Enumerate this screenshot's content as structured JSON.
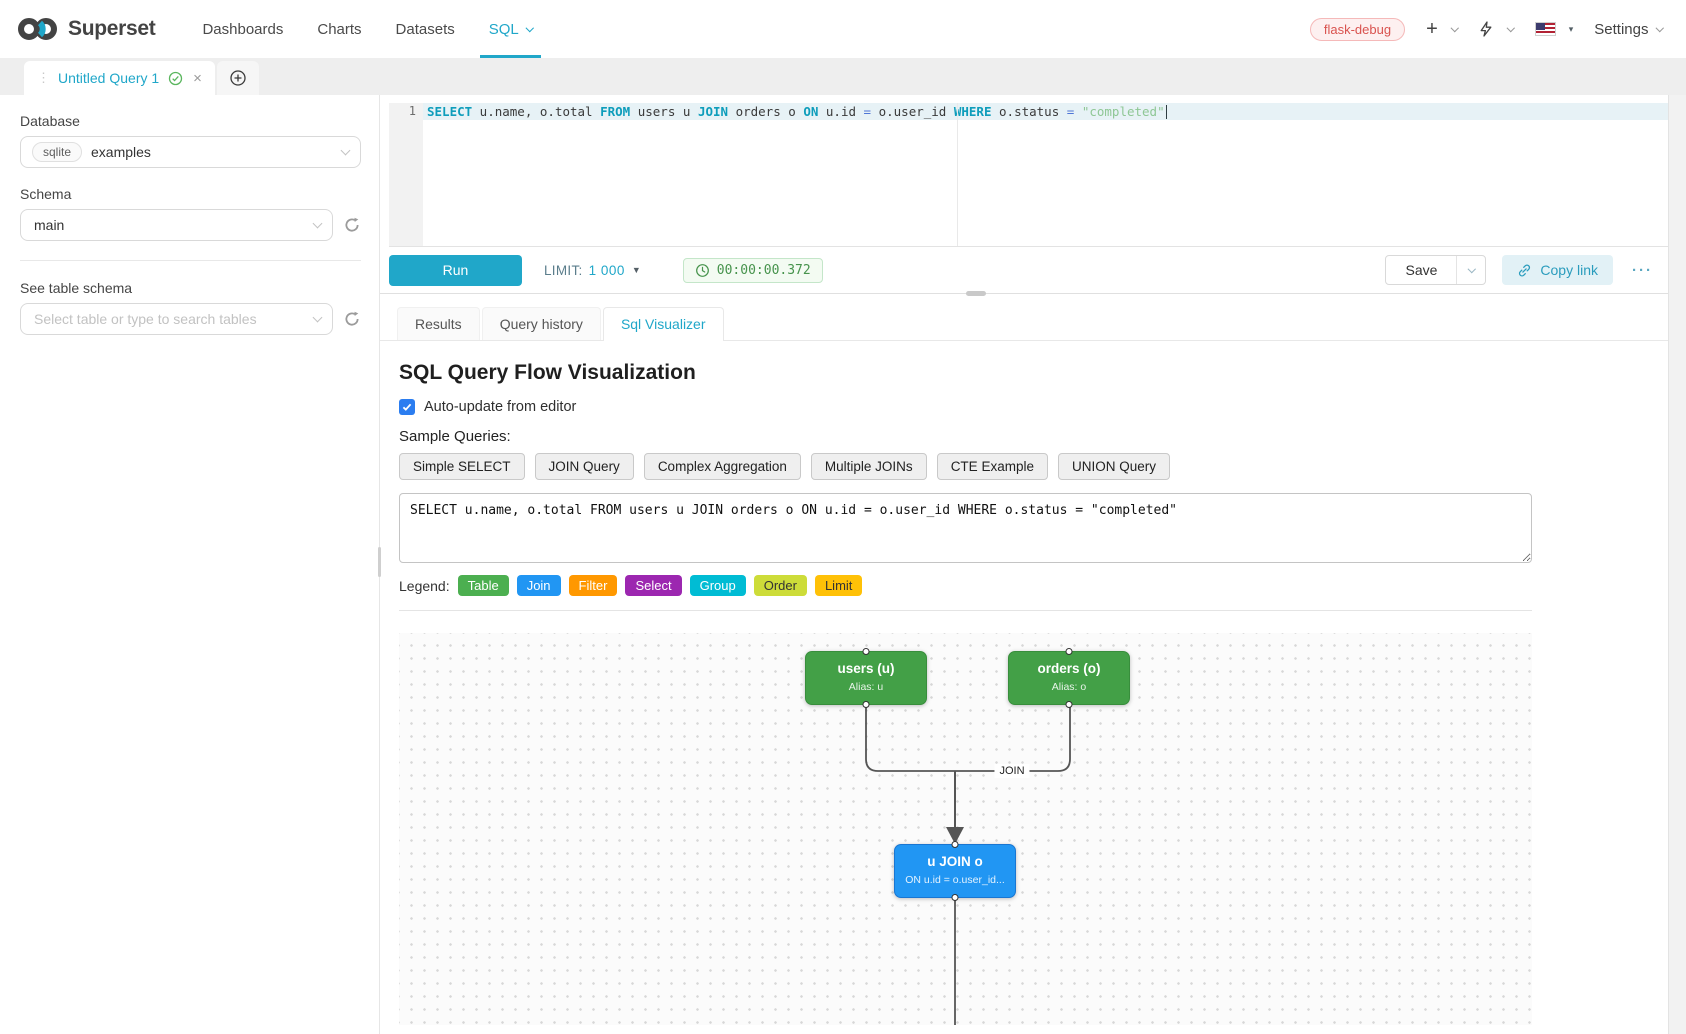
{
  "navbar": {
    "brand": "Superset",
    "items": [
      {
        "label": "Dashboards",
        "active": false,
        "has_dropdown": false
      },
      {
        "label": "Charts",
        "active": false,
        "has_dropdown": false
      },
      {
        "label": "Datasets",
        "active": false,
        "has_dropdown": false
      },
      {
        "label": "SQL",
        "active": true,
        "has_dropdown": true
      }
    ],
    "env_badge": "flask-debug",
    "settings_label": "Settings"
  },
  "query_tab": {
    "title": "Untitled Query 1"
  },
  "sidebar": {
    "database_label": "Database",
    "database_engine": "sqlite",
    "database_value": "examples",
    "schema_label": "Schema",
    "schema_value": "main",
    "table_label": "See table schema",
    "table_placeholder": "Select table or type to search tables"
  },
  "editor": {
    "line_number": "1",
    "tokens": [
      {
        "t": "SELECT",
        "c": "kw"
      },
      {
        "t": " u.name, o.total ",
        "c": "pl"
      },
      {
        "t": "FROM",
        "c": "kw"
      },
      {
        "t": " users u ",
        "c": "pl"
      },
      {
        "t": "JOIN",
        "c": "kw"
      },
      {
        "t": " orders o ",
        "c": "pl"
      },
      {
        "t": "ON",
        "c": "kw"
      },
      {
        "t": " u.id ",
        "c": "pl"
      },
      {
        "t": "=",
        "c": "op"
      },
      {
        "t": " o.user_id ",
        "c": "pl"
      },
      {
        "t": "WHERE",
        "c": "kw"
      },
      {
        "t": " o.status ",
        "c": "pl"
      },
      {
        "t": "=",
        "c": "op"
      },
      {
        "t": " ",
        "c": "pl"
      },
      {
        "t": "\"completed\"",
        "c": "str"
      }
    ]
  },
  "toolbar": {
    "run_label": "Run",
    "limit_label": "LIMIT:",
    "limit_value": "1 000",
    "timer": "00:00:00.372",
    "save_label": "Save",
    "copy_link_label": "Copy link",
    "more_label": "···"
  },
  "tabs": [
    {
      "label": "Results",
      "active": false
    },
    {
      "label": "Query history",
      "active": false
    },
    {
      "label": "Sql Visualizer",
      "active": true
    }
  ],
  "visualizer": {
    "title": "SQL Query Flow Visualization",
    "auto_update_label": "Auto-update from editor",
    "auto_update_checked": true,
    "sample_queries_label": "Sample Queries:",
    "sample_buttons": [
      "Simple SELECT",
      "JOIN Query",
      "Complex Aggregation",
      "Multiple JOINs",
      "CTE Example",
      "UNION Query"
    ],
    "query_text": "SELECT u.name, o.total FROM users u JOIN orders o ON u.id = o.user_id WHERE o.status = \"completed\"",
    "legend_label": "Legend:",
    "legend": [
      {
        "label": "Table",
        "color": "#4CAF50",
        "text": "#ffffff"
      },
      {
        "label": "Join",
        "color": "#2196F3",
        "text": "#ffffff"
      },
      {
        "label": "Filter",
        "color": "#FF9800",
        "text": "#ffffff"
      },
      {
        "label": "Select",
        "color": "#9C27B0",
        "text": "#ffffff"
      },
      {
        "label": "Group",
        "color": "#00BCD4",
        "text": "#ffffff"
      },
      {
        "label": "Order",
        "color": "#CDDC39",
        "text": "#333333"
      },
      {
        "label": "Limit",
        "color": "#FFC107",
        "text": "#333333"
      }
    ],
    "flow": {
      "edge_label": "JOIN",
      "nodes": [
        {
          "id": "users",
          "title": "users (u)",
          "subtitle": "Alias: u",
          "color": "#43a047",
          "border": "#388E3C"
        },
        {
          "id": "orders",
          "title": "orders (o)",
          "subtitle": "Alias: o",
          "color": "#43a047",
          "border": "#388E3C"
        },
        {
          "id": "join",
          "title": "u JOIN o",
          "subtitle": "ON u.id = o.user_id...",
          "color": "#2196F3",
          "border": "#1976D2"
        }
      ]
    }
  }
}
